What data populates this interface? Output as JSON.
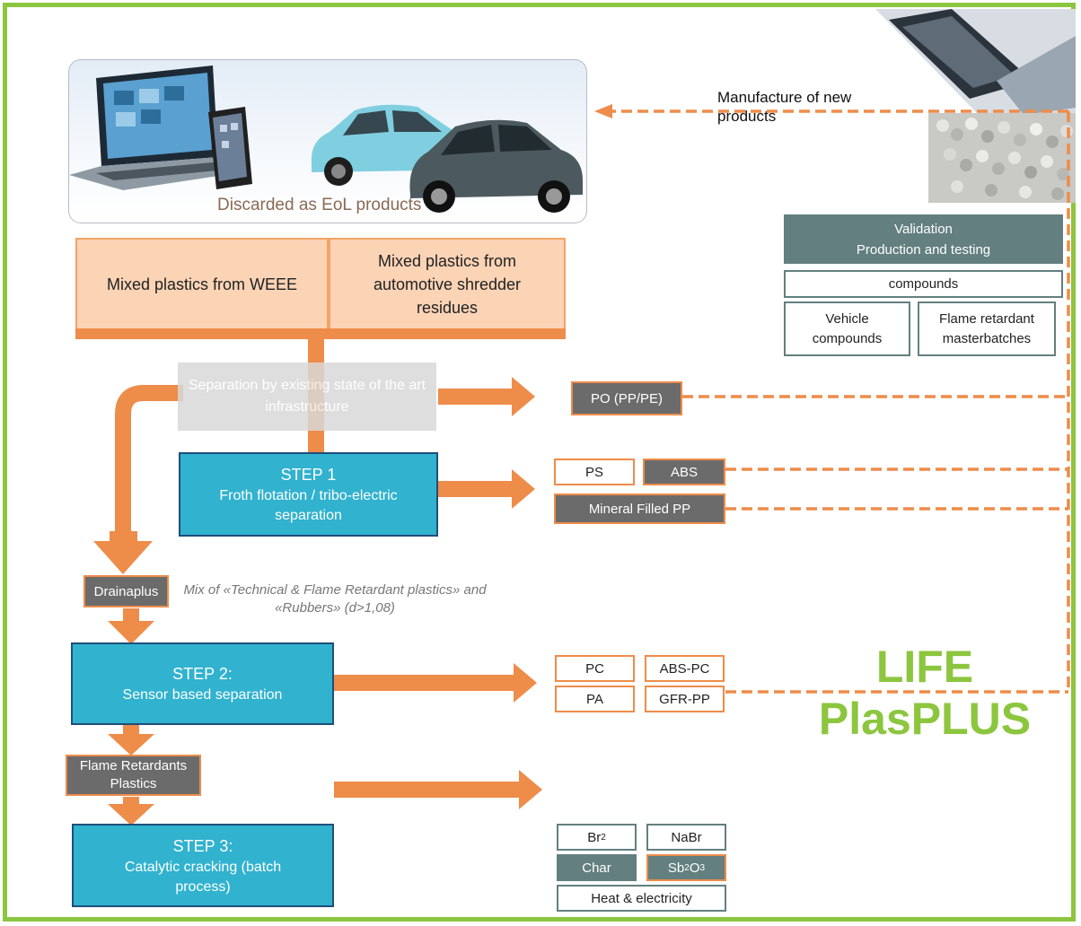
{
  "top_caption": "Discarded as EoL products",
  "manufacture_label": "Manufacture of new products",
  "sources": {
    "weee": "Mixed plastics from WEEE",
    "asr": "Mixed plastics from automotive shredder residues"
  },
  "existing_separation": "Separation by existing state of the art infrastructure",
  "step1": {
    "title": "STEP 1",
    "desc": "Froth flotation / tribo-electric separation"
  },
  "step2": {
    "title": "STEP 2:",
    "desc": "Sensor based separation"
  },
  "step3": {
    "title": "STEP 3:",
    "desc": "Catalytic cracking (batch process)"
  },
  "drainaplus": "Drainaplus",
  "drainaplus_note": "Mix of «Technical & Flame Retardant plastics» and «Rubbers» (d>1,08)",
  "flame_retardants": "Flame Retardants Plastics",
  "outputs": {
    "po": "PO (PP/PE)",
    "ps": "PS",
    "abs": "ABS",
    "mineral_pp": "Mineral Filled PP",
    "pc": "PC",
    "abs_pc": "ABS-PC",
    "pa": "PA",
    "gfr_pp": "GFR-PP",
    "br2": "Br",
    "br2_sub": "2",
    "nabr": "NaBr",
    "char": "Char",
    "sb2o3_a": "Sb",
    "sb2o3_b": "2",
    "sb2o3_c": "O",
    "sb2o3_d": "3",
    "heat": "Heat & electricity"
  },
  "validation": {
    "title_line1": "Validation",
    "title_line2": "Production and testing",
    "compounds": "compounds",
    "vehicle": "Vehicle compounds",
    "flame": "Flame retardant masterbatches"
  },
  "project": {
    "line1": "LIFE",
    "line2": "PlasPLUS"
  },
  "colors": {
    "frame_green": "#8cc63f",
    "flow_orange": "#ee8c4a",
    "step_blue": "#31b2cf",
    "teal_grey": "#637f7f"
  }
}
